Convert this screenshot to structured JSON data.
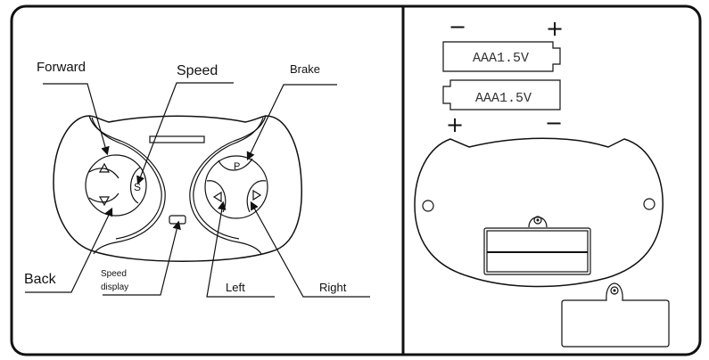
{
  "remote": {
    "labels": {
      "forward": "Forward",
      "speed": "Speed",
      "brake": "Brake",
      "back": "Back",
      "speed_display_line1": "Speed",
      "speed_display_line2": "display",
      "left": "Left",
      "right": "Right"
    },
    "button_glyphs": {
      "speed": "S",
      "brake": "P"
    }
  },
  "batteries": {
    "battery1": "AAA1.5V",
    "battery2": "AAA1.5V",
    "battery1_neg": "−",
    "battery1_pos": "+",
    "battery2_pos": "+",
    "battery2_neg": "−"
  }
}
